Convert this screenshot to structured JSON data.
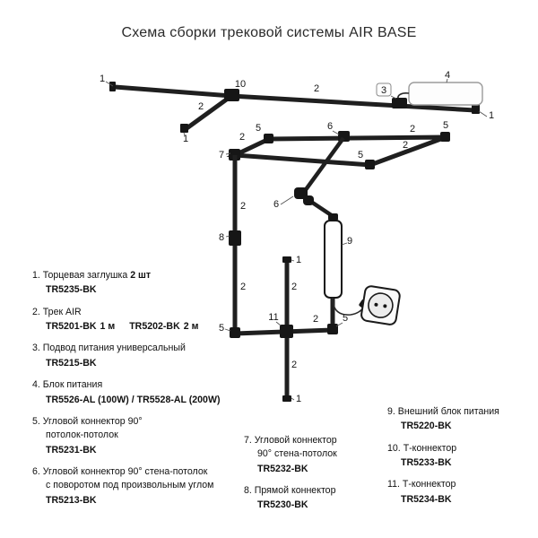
{
  "title": "Схема сборки трековой системы AIR BASE",
  "diagram": {
    "callouts": [
      {
        "label": "1"
      },
      {
        "label": "10"
      },
      {
        "label": "2"
      },
      {
        "label": "1"
      },
      {
        "label": "2"
      },
      {
        "label": "3"
      },
      {
        "label": "4"
      },
      {
        "label": "1"
      },
      {
        "label": "2"
      },
      {
        "label": "5"
      },
      {
        "label": "6"
      },
      {
        "label": "2"
      },
      {
        "label": "5"
      },
      {
        "label": "2"
      },
      {
        "label": "5"
      },
      {
        "label": "7"
      },
      {
        "label": "6"
      },
      {
        "label": "2"
      },
      {
        "label": "8"
      },
      {
        "label": "2"
      },
      {
        "label": "9"
      },
      {
        "label": "1"
      },
      {
        "label": "2"
      },
      {
        "label": "11"
      },
      {
        "label": "2"
      },
      {
        "label": "5"
      },
      {
        "label": "5"
      },
      {
        "label": "2"
      },
      {
        "label": "1"
      }
    ]
  },
  "legend": {
    "col1": [
      {
        "num": "1.",
        "line1": "Торцевая заглушка",
        "bold": "2 шт",
        "code": "TR5235-BK"
      },
      {
        "num": "2.",
        "line1": "Трек AIR",
        "code1": "TR5201-BK",
        "m1": "1 м",
        "code2": "TR5202-BK",
        "m2": "2 м"
      },
      {
        "num": "3.",
        "line1": "Подвод питания универсальный",
        "code": "TR5215-BK"
      },
      {
        "num": "4.",
        "line1": "Блок питания",
        "code": "TR5526-AL (100W) / TR5528-AL (200W)"
      },
      {
        "num": "5.",
        "line1": "Угловой коннектор 90°",
        "line2": "потолок-потолок",
        "code": "TR5231-BK"
      },
      {
        "num": "6.",
        "line1": "Угловой коннектор 90° стена-потолок",
        "line2": "с поворотом под произвольным углом",
        "code": "TR5213-BK"
      }
    ],
    "col2": [
      {
        "num": "7.",
        "line1": "Угловой коннектор",
        "line2": "90° стена-потолок",
        "code": "TR5232-BK"
      },
      {
        "num": "8.",
        "line1": "Прямой коннектор",
        "code": "TR5230-BK"
      }
    ],
    "col3": [
      {
        "num": "9.",
        "line1": "Внешний блок питания",
        "code": "TR5220-BK"
      },
      {
        "num": "10.",
        "line1": "Т-коннектор",
        "code": "TR5233-BK"
      },
      {
        "num": "11.",
        "line1": "Т-коннектор",
        "code": "TR5234-BK"
      }
    ]
  }
}
